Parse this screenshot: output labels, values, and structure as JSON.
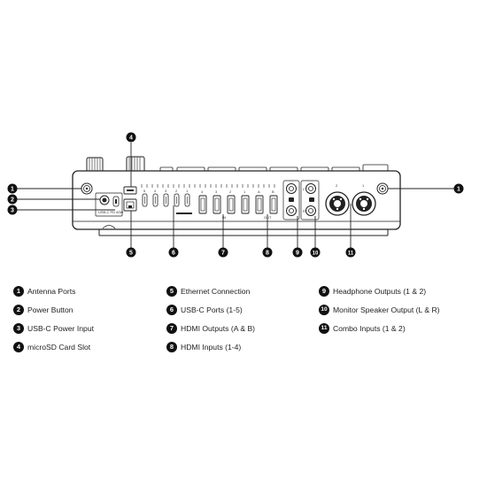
{
  "callouts": [
    {
      "n": "1",
      "label": "Antenna Ports"
    },
    {
      "n": "2",
      "label": "Power Button"
    },
    {
      "n": "3",
      "label": "USB-C Power Input"
    },
    {
      "n": "4",
      "label": "microSD Card Slot"
    },
    {
      "n": "5",
      "label": "Ethernet Connection"
    },
    {
      "n": "6",
      "label": "USB-C Ports (1-5)"
    },
    {
      "n": "7",
      "label": "HDMI Outputs (A & B)"
    },
    {
      "n": "8",
      "label": "HDMI Inputs (1-4)"
    },
    {
      "n": "9",
      "label": "Headphone Outputs (1 & 2)"
    },
    {
      "n": "10",
      "label": "Monitor Speaker Output (L & R)"
    },
    {
      "n": "11",
      "label": "Combo Inputs (1 & 2)"
    }
  ],
  "panel_labels": {
    "power": "USB-C PD 60W",
    "out": "OUT",
    "in": "IN",
    "usb": [
      "5",
      "4",
      "3",
      "2",
      "1"
    ],
    "hdmi": [
      "4",
      "3",
      "2",
      "1",
      "A",
      "B"
    ],
    "monitor": [
      "L",
      "R"
    ],
    "combo": [
      "2",
      "1"
    ]
  }
}
